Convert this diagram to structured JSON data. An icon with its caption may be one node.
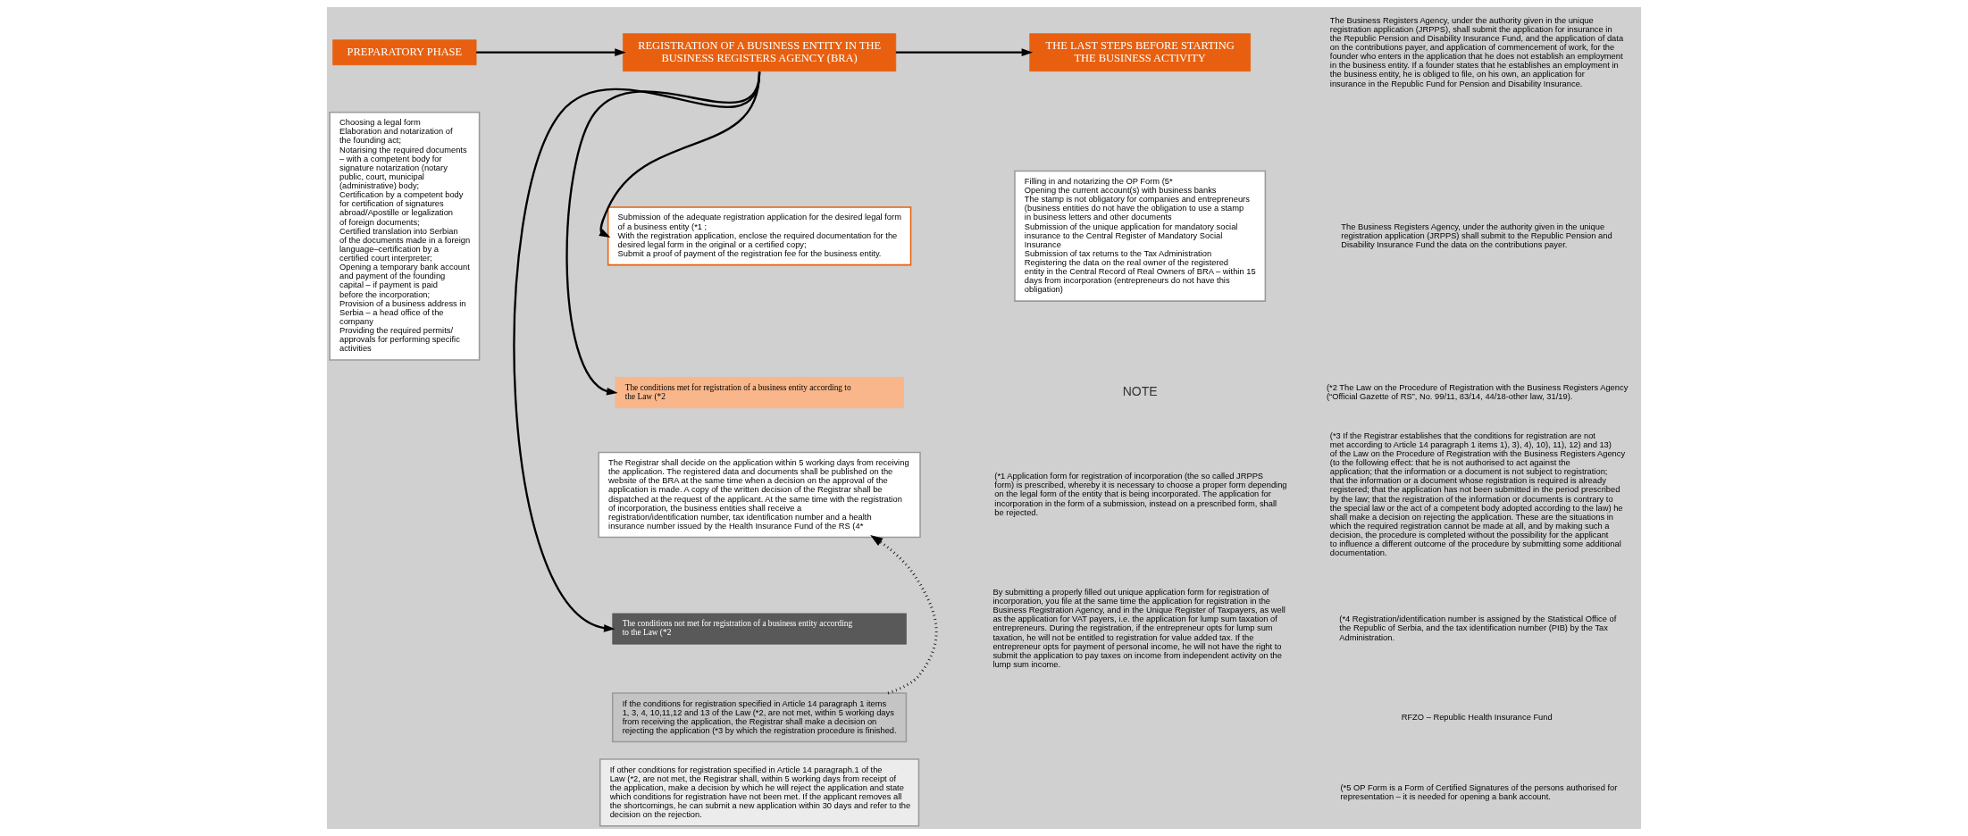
{
  "diagram": {
    "nodes": [
      {
        "text": [
          "PREPARATORY PHASE"
        ]
      },
      {
        "text": [
          "Choosing a legal form",
          "Elaboration and notarization of the founding act;",
          "Notarising the required documents – with a competent body for signature notarization (notary public, court, municipal (administrative) body;",
          "Certification by a competent body for certification of signatures abroad/Apostille or legalization of foreign documents;",
          "Certified translation into Serbian of the documents made in a foreign language–certification by a certified court interpreter;",
          "Opening a temporary bank account and payment of the founding capital – if payment is paid before the incorporation;",
          "Provision of a business address in Serbia – a head office of the company",
          "Providing the required permits/ approvals for performing specific activities"
        ]
      },
      {
        "text": [
          "REGISTRATION OF A BUSINESS ENTITY IN THE BUSINESS REGISTERS AGENCY (BRA)"
        ]
      },
      {
        "text": [
          "Submission of the adequate registration application for the desired legal form of a business entity (*1 ;",
          "With the registration application, enclose the required documentation for the desired legal form in the original or a certified copy;",
          "Submit a proof of payment of the registration fee for the business entity."
        ]
      },
      {
        "text": [
          "The conditions met for registration of a business entity according to the Law (*2"
        ]
      },
      {
        "text": [
          "The Registrar shall decide on the application within 5 working days from receiving the application. The registered data and documents shall be published on the website of the BRA at the same time when a decision on the approval of the application is made. A copy of the written decision of the Registrar shall be dispatched at the request of the applicant. At the same time with the registration of incorporation, the business entities shall receive a registration/identification number, tax identification number and a health insurance number issued by the Health Insurance Fund of the RS (4*"
        ]
      },
      {
        "text": [
          "The conditions not met for registration of a business entity according to the Law (*2"
        ]
      },
      {
        "text": [
          "If the conditions for registration specified in Article 14 paragraph 1 items 1, 3, 4, 10,11,12 and 13 of the Law (*2, are not met, within 5 working days from receiving the application, the Registrar shall make a decision on rejecting the application (*3 by which the registration procedure is finished."
        ]
      },
      {
        "text": [
          "If other conditions for registration specified in Article 14 paragraph.1 of the Law (*2, are not met, the Registrar shall, within 5 working days from receipt of the application, make a decision by which he will reject the application and state which conditions for registration have not been met. If the applicant removes all the shortcomings, he can submit a new application within 30 days and refer to the decision on the rejection."
        ]
      },
      {
        "text": [
          "THE LAST STEPS BEFORE STARTING THE BUSINESS ACTIVITY"
        ]
      },
      {
        "text": [
          "Filling in and notarizing the OP Form (5*",
          "Opening the current account(s) with business banks",
          "The stamp is not obligatory for companies and entrepreneurs (business entities do not have the obligation to use a stamp in business letters and other documents",
          "Submission of the unique application for mandatory social insurance to the Central Register of Mandatory Social Insurance",
          "Submission of tax returns to the Tax Administration",
          "Registering the data on the real owner of the registered entity in the Central Record of Real Owners of BRA – within 15 days from incorporation (entrepreneurs do not have this obligation)"
        ]
      }
    ],
    "edges": [
      {
        "from": 0,
        "to": 2,
        "arrow": "to"
      },
      {
        "from": 2,
        "to": 9,
        "arrow": "to"
      },
      {
        "from": 2,
        "to": 3,
        "arrow": "to"
      },
      {
        "from": 2,
        "to": 4,
        "arrow": "to"
      },
      {
        "from": 2,
        "to": 6,
        "arrow": "to"
      },
      {
        "from": 7,
        "to": 5,
        "arrow": "to",
        "style": "dashed"
      }
    ],
    "labels": [
      "NOTE",
      "(*1 Application form for registration of incorporation (the so called JRPPS form) is prescribed, whereby it is necessary to choose a proper form depending on the legal form of the entity that is being incorporated. The application for incorporation in the form of a submission, instead on a prescribed form, shall be rejected.",
      "By submitting a properly filled out unique application form for registration of incorporation, you file at the same time the application for registration in the Business Registration Agency, and in the Unique Register of Taxpayers, as well as the application for VAT payers, i.e. the application for lump sum taxation of entrepreneurs. During the registration, if the entrepreneur opts for lump sum taxation, he will not be entitled to registration for value added tax. If the entrepreneur opts for payment of personal income, he will not have the right to submit the application to pay taxes on income from independent activity on the lump sum income.",
      "The Business Registers Agency, under the authority given in the unique registration application (JRPPS), shall submit the application for insurance in the Republic Pension and Disability Insurance Fund, and the application of data on the contributions payer, and application of commencement of work, for the founder who enters in the application that he does not establish an employment in the business entity. If a founder states that he establishes an employment in the business entity, he is obliged to file, on his own, an application for insurance in the Republic Fund for Pension and Disability Insurance.",
      "The Business Registers Agency, under the authority given in the unique registration application (JRPPS) shall submit to the Republic Pension and Disability Insurance Fund the data on the contributions payer.",
      "(*2 The Law on the Procedure of Registration with the Business Registers Agency (“Official Gazette of RS”, No. 99/11, 83/14, 44/18-other law, 31/19).",
      "(*3 If the Registrar establishes that the conditions for registration are not met according to Article 14 paragraph 1 items 1), 3), 4), 10), 11), 12) and 13) of the Law on the Procedure of Registration with the Business Registers Agency (to the following effect: that he is not authorised to act against the application; that the information or a document is not subject to registration; that the information or a document whose registration is required is already registered; that the application has not been submitted in the period prescribed by the law; that the registration of the information or documents is contrary to the special law or the act of a competent body adopted according to the law) he shall make a decision on rejecting the application. These are the situations in which the required registration cannot be made at all, and by making such a decision, the procedure is completed without the possibility for the applicant to influence a different outcome of the procedure by submitting some additional documentation.",
      "(*4 Registration/identification number is assigned by the Statistical Office of the Republic of Serbia, and the tax identification number (PIB) by the Tax Administration.",
      "RFZO – Republic Health Insurance Fund",
      "(*5 OP Form is a Form of Certified Signatures of the persons authorised for representation – it is needed for opening a bank account."
    ]
  }
}
